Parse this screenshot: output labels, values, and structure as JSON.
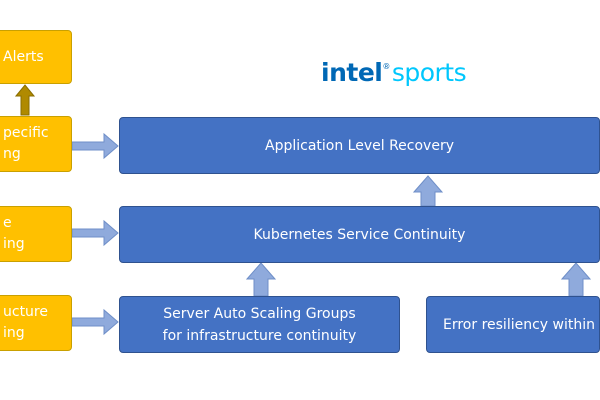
{
  "alerts_box": {
    "label": "Alerts"
  },
  "app_specific_box": {
    "line1": "pecific",
    "line2": "ng"
  },
  "service_box": {
    "line1": "e",
    "line2": "ing"
  },
  "infrastructure_box": {
    "line1": "ucture",
    "line2": "ing"
  },
  "app_recovery": {
    "label": "Application Level Recovery"
  },
  "k8s_continuity": {
    "label": "Kubernetes Service Continuity"
  },
  "auto_scaling": {
    "line1": "Server Auto Scaling Groups",
    "line2": "for infrastructure continuity"
  },
  "error_resiliency": {
    "label": "Error resiliency within"
  },
  "logo": {
    "brand": "intel",
    "product": "sports",
    "mark": "®"
  },
  "colors": {
    "yellow": "#ffc000",
    "blue": "#4472c4",
    "arrow_fill": "#8faadc",
    "dark_arrow": "#b08a00",
    "intel_blue": "#0068b5",
    "sports_cyan": "#00c7fd"
  }
}
